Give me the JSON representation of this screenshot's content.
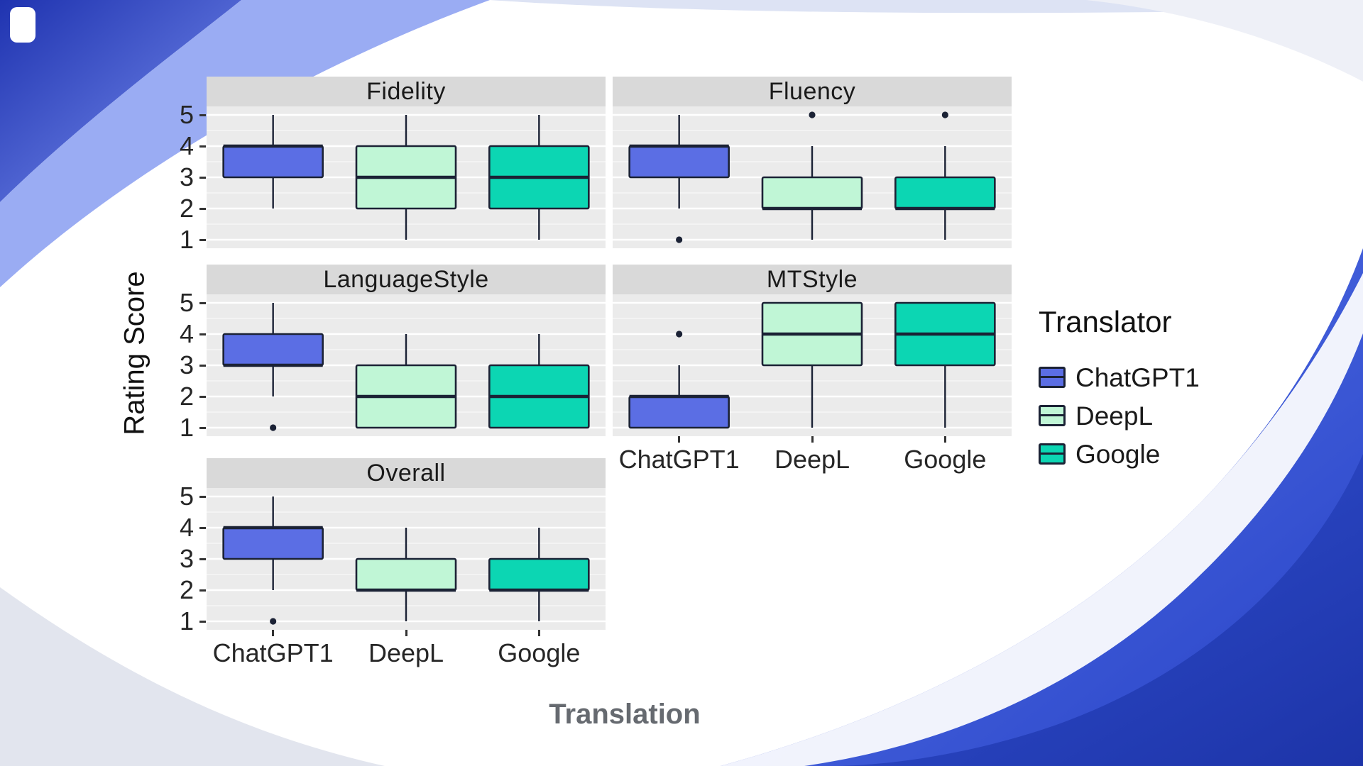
{
  "slide": {
    "corner_chip": "white-rounded-rect",
    "background_palette": {
      "corner_dark_blue": "#2236b4",
      "corner_light_blue": "#8fa3f2",
      "swoosh_blue": "#3a56d4",
      "swoosh_deep_blue": "#2036ae",
      "soft_grey": "#e2e5ee",
      "top_strip": "#dde3f4"
    }
  },
  "chart_data": {
    "type": "boxplot",
    "title": "",
    "ylabel": "Rating Score",
    "xlabel": "Translation",
    "legend_position": "right",
    "grid": true,
    "y_ticks": [
      5,
      4,
      3,
      2,
      1
    ],
    "ylim": [
      0.75,
      5.25
    ],
    "categories": [
      "ChatGPT1",
      "DeepL",
      "Google"
    ],
    "colors": {
      "panel_bg": "#ebebeb",
      "strip_bg": "#d9d9d9",
      "grid_major": "#ffffff",
      "grid_minor": "#f6f6f6",
      "box_border": "#1b2235",
      "outlier": "#1b2235",
      "series": {
        "ChatGPT1": "#5b6ee4",
        "DeepL": "#c0f6d6",
        "Google": "#0cd6b3"
      }
    },
    "facets": [
      {
        "title": "Fidelity",
        "row": 0,
        "col": 0,
        "show_x_labels": false,
        "boxes": [
          {
            "translator": "ChatGPT1",
            "q1": 3,
            "median": 4,
            "q3": 4,
            "whisker_low": 2,
            "whisker_high": 5,
            "outliers": []
          },
          {
            "translator": "DeepL",
            "q1": 2,
            "median": 3,
            "q3": 4,
            "whisker_low": 1,
            "whisker_high": 5,
            "outliers": []
          },
          {
            "translator": "Google",
            "q1": 2,
            "median": 3,
            "q3": 4,
            "whisker_low": 1,
            "whisker_high": 5,
            "outliers": []
          }
        ]
      },
      {
        "title": "Fluency",
        "row": 0,
        "col": 1,
        "show_x_labels": false,
        "boxes": [
          {
            "translator": "ChatGPT1",
            "q1": 3,
            "median": 4,
            "q3": 4,
            "whisker_low": 2,
            "whisker_high": 5,
            "outliers": [
              1
            ]
          },
          {
            "translator": "DeepL",
            "q1": 2,
            "median": 2,
            "q3": 3,
            "whisker_low": 1,
            "whisker_high": 4,
            "outliers": [
              5
            ]
          },
          {
            "translator": "Google",
            "q1": 2,
            "median": 2,
            "q3": 3,
            "whisker_low": 1,
            "whisker_high": 4,
            "outliers": [
              5
            ]
          }
        ]
      },
      {
        "title": "LanguageStyle",
        "row": 1,
        "col": 0,
        "show_x_labels": false,
        "boxes": [
          {
            "translator": "ChatGPT1",
            "q1": 3,
            "median": 3,
            "q3": 4,
            "whisker_low": 2,
            "whisker_high": 5,
            "outliers": [
              1
            ]
          },
          {
            "translator": "DeepL",
            "q1": 1,
            "median": 2,
            "q3": 3,
            "whisker_low": 1,
            "whisker_high": 4,
            "outliers": []
          },
          {
            "translator": "Google",
            "q1": 1,
            "median": 2,
            "q3": 3,
            "whisker_low": 1,
            "whisker_high": 4,
            "outliers": []
          }
        ]
      },
      {
        "title": "MTStyle",
        "row": 1,
        "col": 1,
        "show_x_labels": true,
        "boxes": [
          {
            "translator": "ChatGPT1",
            "q1": 1,
            "median": 2,
            "q3": 2,
            "whisker_low": 1,
            "whisker_high": 3,
            "outliers": [
              4
            ]
          },
          {
            "translator": "DeepL",
            "q1": 3,
            "median": 4,
            "q3": 5,
            "whisker_low": 1,
            "whisker_high": 5,
            "outliers": []
          },
          {
            "translator": "Google",
            "q1": 3,
            "median": 4,
            "q3": 5,
            "whisker_low": 1,
            "whisker_high": 5,
            "outliers": []
          }
        ]
      },
      {
        "title": "Overall",
        "row": 2,
        "col": 0,
        "show_x_labels": true,
        "boxes": [
          {
            "translator": "ChatGPT1",
            "q1": 3,
            "median": 4,
            "q3": 4,
            "whisker_low": 2,
            "whisker_high": 5,
            "outliers": [
              1
            ]
          },
          {
            "translator": "DeepL",
            "q1": 2,
            "median": 2,
            "q3": 3,
            "whisker_low": 1,
            "whisker_high": 4,
            "outliers": []
          },
          {
            "translator": "Google",
            "q1": 2,
            "median": 2,
            "q3": 3,
            "whisker_low": 1,
            "whisker_high": 4,
            "outliers": []
          }
        ]
      }
    ],
    "legend": {
      "title": "Translator",
      "items": [
        {
          "label": "ChatGPT1",
          "color": "#5b6ee4"
        },
        {
          "label": "DeepL",
          "color": "#c0f6d6"
        },
        {
          "label": "Google",
          "color": "#0cd6b3"
        }
      ]
    }
  }
}
